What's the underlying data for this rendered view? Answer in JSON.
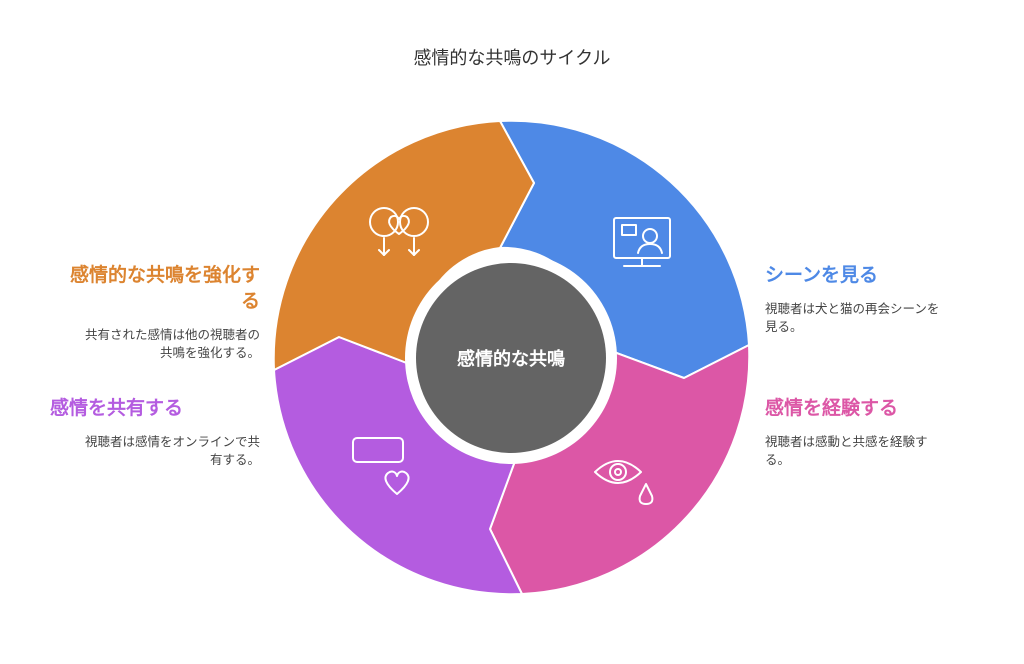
{
  "title": "感情的な共鳴のサイクル",
  "center": {
    "label": "感情的な共鳴",
    "color": "#646464"
  },
  "stages": [
    {
      "title": "シーンを見る",
      "title_lines": [
        "シーンを見る"
      ],
      "desc_lines": [
        "視聴者は犬と猫の再会シーンを",
        "見る。"
      ],
      "color": "#4E89E6",
      "icon": "monitor-person-icon"
    },
    {
      "title": "感情を経験する",
      "title_lines": [
        "感情を経験する"
      ],
      "desc_lines": [
        "視聴者は感動と共感を経験す",
        "る。"
      ],
      "color": "#DC57A6",
      "icon": "crying-eye-icon"
    },
    {
      "title": "感情を共有する",
      "title_lines": [
        "感情を共有する"
      ],
      "desc_lines": [
        "視聴者は感情をオンラインで共",
        "有する。"
      ],
      "color": "#B45CE0",
      "icon": "message-heart-icon"
    },
    {
      "title": "感情的な共鳴を強化する",
      "title_lines": [
        "感情的な共鳴を強化す",
        "る"
      ],
      "desc_lines": [
        "共有された感情は他の視聴者の",
        "共鳴を強化する。"
      ],
      "color": "#DC8430",
      "icon": "double-heart-arrows-icon"
    }
  ]
}
